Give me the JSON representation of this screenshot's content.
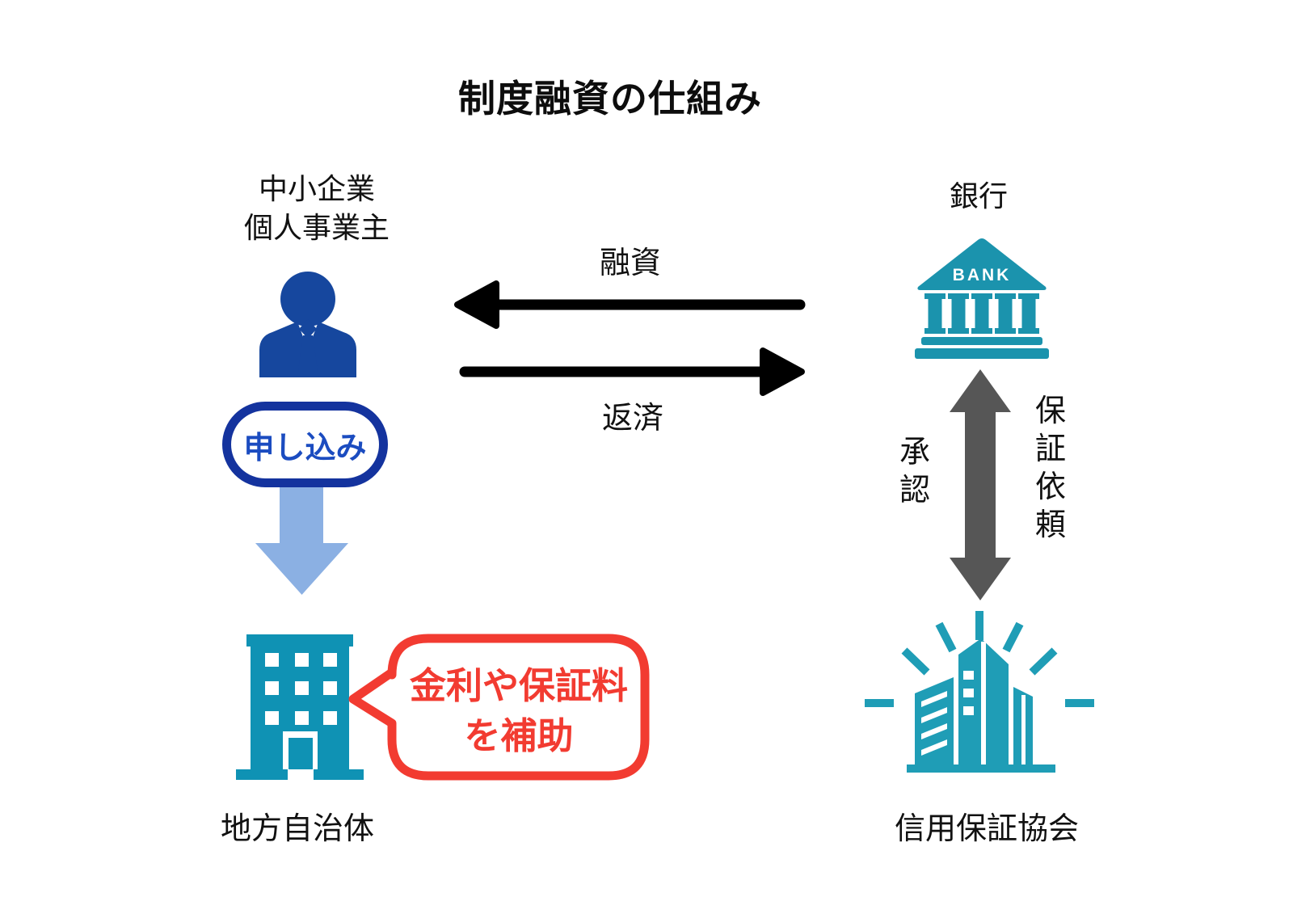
{
  "title": "制度融資の仕組み",
  "actors": {
    "sme": {
      "line1": "中小企業",
      "line2": "個人事業主",
      "icon": "businessperson-icon"
    },
    "bank": {
      "label": "銀行",
      "icon": "bank-building-icon",
      "icon_text": "BANK"
    },
    "local_gov": {
      "label": "地方自治体",
      "icon": "government-building-icon"
    },
    "assoc": {
      "label": "信用保証協会",
      "icon": "shining-buildings-icon"
    }
  },
  "flows": {
    "loan": {
      "label": "融資"
    },
    "repayment": {
      "label": "返済"
    },
    "application": {
      "label": "申し込み"
    },
    "approval": {
      "label": "承認"
    },
    "guarantee_request": {
      "label": "保証依頼"
    },
    "subsidy": {
      "line1": "金利や保証料",
      "line2": "を補助"
    }
  },
  "colors": {
    "person_blue": "#16479e",
    "pill_border_blue": "#14339e",
    "pill_text_blue": "#1b4cc0",
    "light_blue_arrow": "#8bb0e3",
    "bank_teal": "#1b93ad",
    "gov_teal": "#0f92b4",
    "assoc_teal": "#1f9db6",
    "gray_arrow": "#565656",
    "red_accent": "#f23b31",
    "text_black": "#111111"
  }
}
